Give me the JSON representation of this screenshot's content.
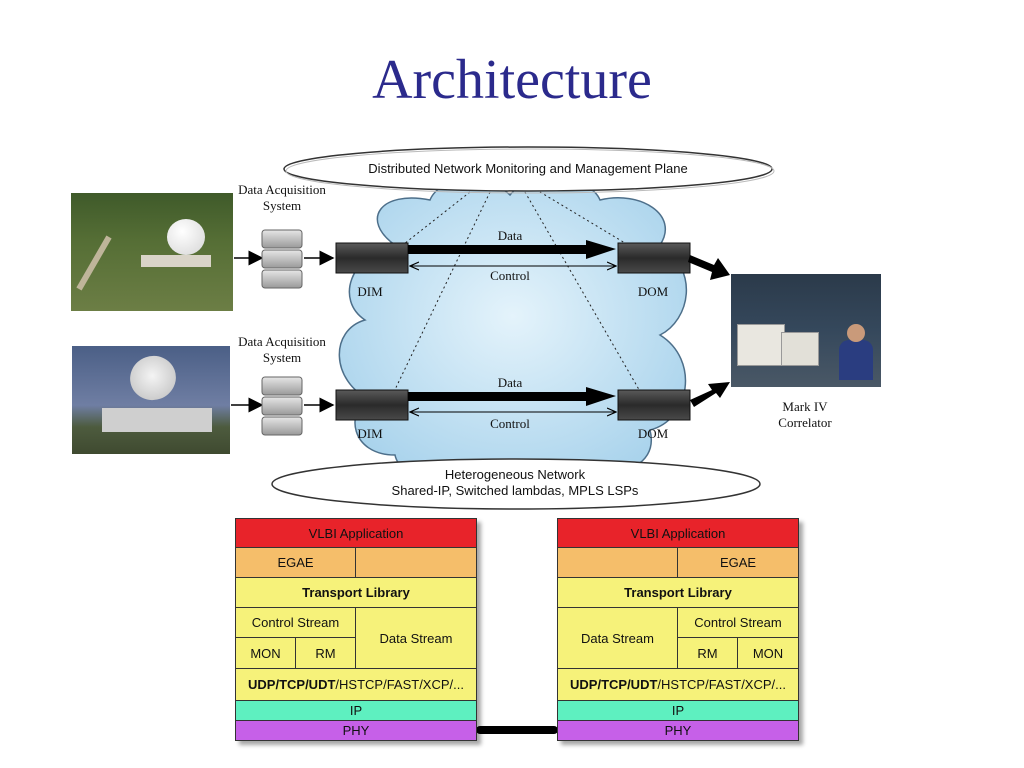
{
  "title": "Architecture",
  "monitoring_plane": "Distributed Network Monitoring and Management Plane",
  "network": {
    "line1": "Heterogeneous Network",
    "line2": "Shared-IP, Switched lambdas, MPLS LSPs"
  },
  "top_path": {
    "das_label": "Data Acquisition System",
    "dim": "DIM",
    "dom": "DOM",
    "data": "Data",
    "control": "Control"
  },
  "bottom_path": {
    "das_label": "Data Acquisition System",
    "dim": "DIM",
    "dom": "DOM",
    "data": "Data",
    "control": "Control"
  },
  "correlator": "Mark IV Correlator",
  "left_stack": {
    "app": "VLBI Application",
    "egae": "EGAE",
    "transport": "Transport Library",
    "control_stream": "Control Stream",
    "data_stream": "Data Stream",
    "mon": "MON",
    "rm": "RM",
    "proto_bold": "UDP/TCP/UDT",
    "proto_rest": "/HSTCP/FAST/XCP/...",
    "ip": "IP",
    "phy": "PHY"
  },
  "right_stack": {
    "app": "VLBI Application",
    "egae": "EGAE",
    "transport": "Transport Library",
    "data_stream": "Data Stream",
    "control_stream": "Control Stream",
    "rm": "RM",
    "mon": "MON",
    "proto_bold": "UDP/TCP/UDT",
    "proto_rest": "/HSTCP/FAST/XCP/...",
    "ip": "IP",
    "phy": "PHY"
  },
  "colors": {
    "title": "#2b2a8c",
    "app": "#e8232a",
    "egae": "#f5be6a",
    "transport": "#f6f27a",
    "ip": "#5ef0c0",
    "phy": "#c660e8",
    "cloud": "#bfe0f2"
  }
}
